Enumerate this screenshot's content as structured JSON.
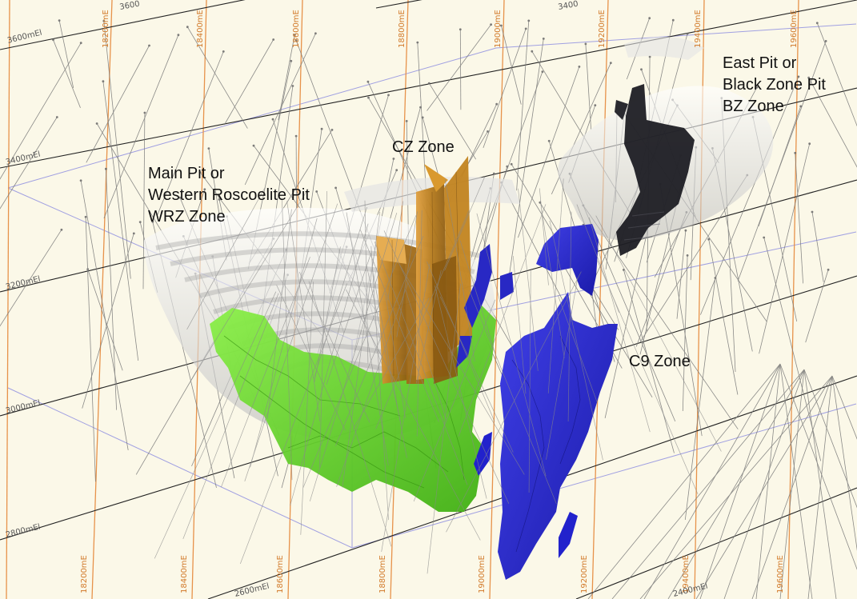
{
  "colors": {
    "background": "#fbf8e8",
    "grid_east": "#e7924a",
    "grid_elev": "#222222",
    "grid_box": "#8a8ae0",
    "drill": "#777777",
    "pit_shell": "#d9d9d9",
    "wrz_green": "#66dd22",
    "cz_orange": "#c98a22",
    "c9_blue": "#2222cc",
    "bz_black": "#1e1e24"
  },
  "labels": {
    "main_pit": [
      "Main Pit or",
      "Western Roscoelite Pit",
      "WRZ Zone"
    ],
    "cz_zone": "CZ Zone",
    "east_pit": [
      "East Pit  or",
      "Black Zone Pit",
      "BZ Zone"
    ],
    "c9_zone": "C9 Zone"
  },
  "easting_top": [
    "18200mE",
    "18400mE",
    "18600mE",
    "18800mE",
    "19000mE",
    "19200mE",
    "19400mE",
    "19600mE"
  ],
  "easting_bottom": [
    "18200mE",
    "18400mE",
    "18600mE",
    "18800mE",
    "19000mE",
    "19200mE",
    "19400mE",
    "19600mE"
  ],
  "elevation_left": [
    "3600mEl",
    "3400mEl",
    "3200mEl",
    "3000mEl",
    "2800mEl"
  ],
  "elevation_top": [
    "3600",
    "3400"
  ],
  "elevation_bottom": [
    "2600mEl",
    "2400mEl"
  ]
}
